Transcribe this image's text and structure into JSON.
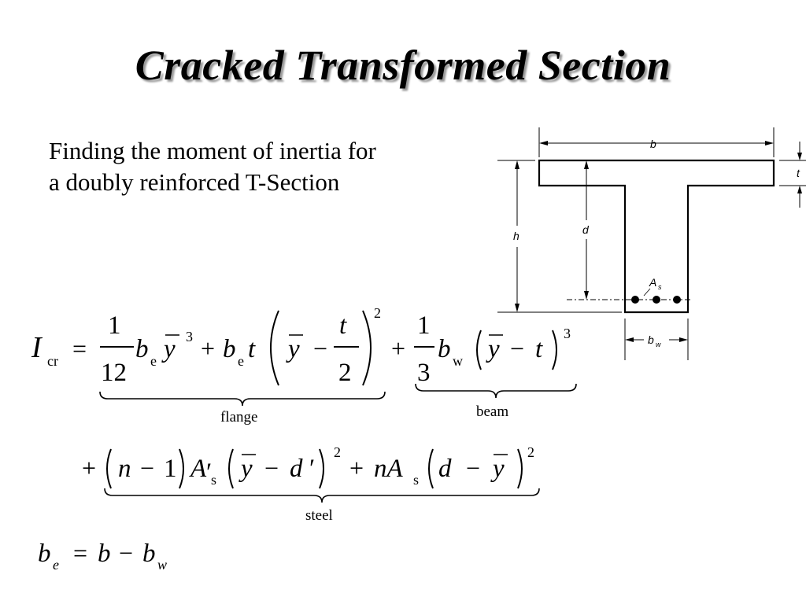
{
  "slide": {
    "title": "Cracked Transformed Section",
    "intro_line1": "Finding the moment of inertia  for",
    "intro_line2": "a doubly reinforced T-Section"
  },
  "diagram": {
    "label_b": "b",
    "label_t": "t",
    "label_d": "d",
    "label_h": "h",
    "label_As": "A",
    "label_As_sub": "s",
    "label_bw": "b",
    "label_bw_sub": "w"
  },
  "equation": {
    "I": "I",
    "I_sub": "cr",
    "equals": "=",
    "one": "1",
    "twelve": "12",
    "b": "b",
    "e": "e",
    "y": "y",
    "three": "3",
    "plus": "+",
    "t": "t",
    "minus": "−",
    "two": "2",
    "w": "w",
    "n": "n",
    "A": "A",
    "s": "s",
    "d": "d",
    "prime": "′",
    "nA": "nA",
    "brace_flange": "flange",
    "brace_beam": "beam",
    "brace_steel": "steel"
  }
}
